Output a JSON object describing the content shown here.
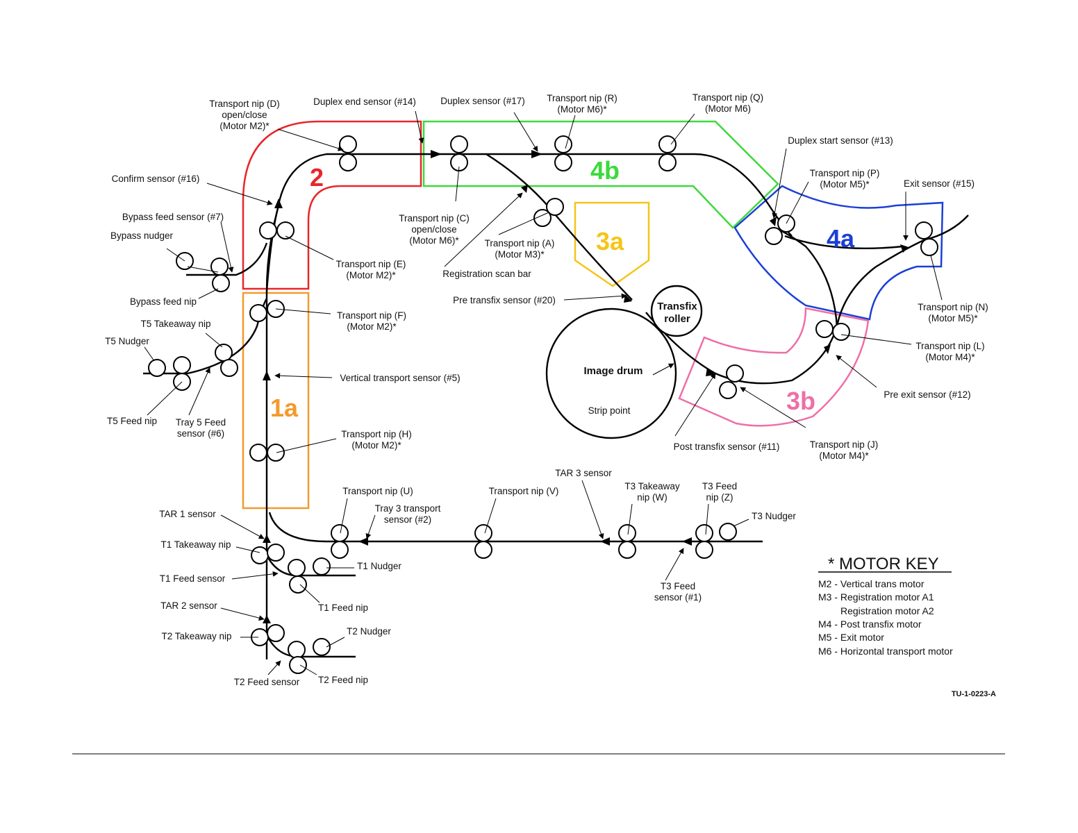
{
  "zones": [
    {
      "id": "2",
      "label": "2",
      "color": "#e8262b"
    },
    {
      "id": "1a",
      "label": "1a",
      "color": "#f39a2c"
    },
    {
      "id": "4b",
      "label": "4b",
      "color": "#3dd93d"
    },
    {
      "id": "3a",
      "label": "3a",
      "color": "#f5c518"
    },
    {
      "id": "4a",
      "label": "4a",
      "color": "#1b3fd6"
    },
    {
      "id": "3b",
      "label": "3b",
      "color": "#ee6fa8"
    }
  ],
  "labels": {
    "nip_d": [
      "Transport nip (D)",
      "open/close",
      "(Motor M2)*"
    ],
    "duplex_end": [
      "Duplex end sensor (#14)"
    ],
    "duplex_sensor": [
      "Duplex sensor (#17)"
    ],
    "nip_r": [
      "Transport nip (R)",
      "(Motor M6)*"
    ],
    "nip_q": [
      "Transport nip (Q)",
      "(Motor M6)"
    ],
    "duplex_start": [
      "Duplex start sensor (#13)"
    ],
    "confirm": [
      "Confirm sensor (#16)"
    ],
    "nip_p": [
      "Transport nip (P)",
      "(Motor M5)*"
    ],
    "exit_sensor": [
      "Exit sensor (#15)"
    ],
    "bypass_feed_sensor": [
      "Bypass feed sensor (#7)"
    ],
    "bypass_nudger": [
      "Bypass nudger"
    ],
    "nip_c": [
      "Transport nip (C)",
      "open/close",
      "(Motor M6)*"
    ],
    "nip_e": [
      "Transport nip (E)",
      "(Motor M2)*"
    ],
    "nip_a": [
      "Transport nip (A)",
      "(Motor M3)*"
    ],
    "reg_scan_bar": [
      "Registration scan bar"
    ],
    "bypass_feed_nip": [
      "Bypass feed nip"
    ],
    "pre_transfix": [
      "Pre transfix sensor (#20)"
    ],
    "nip_n": [
      "Transport nip (N)",
      "(Motor M5)*"
    ],
    "nip_f": [
      "Transport nip (F)",
      "(Motor M2)*"
    ],
    "t5_takeaway": [
      "T5 Takeaway nip"
    ],
    "t5_nudger": [
      "T5 Nudger"
    ],
    "nip_l": [
      "Transport nip (L)",
      "(Motor M4)*"
    ],
    "vertical_transport": [
      "Vertical transport sensor (#5)"
    ],
    "pre_exit": [
      "Pre exit sensor (#12)"
    ],
    "t5_feed_nip": [
      "T5 Feed nip"
    ],
    "tray5_feed": [
      "Tray 5 Feed",
      "sensor (#6)"
    ],
    "nip_h": [
      "Transport nip (H)",
      "(Motor M2)*"
    ],
    "post_transfix": [
      "Post transfix sensor (#11)"
    ],
    "nip_j": [
      "Transport nip (J)",
      "(Motor M4)*"
    ],
    "tar3": [
      "TAR 3 sensor"
    ],
    "nip_u": [
      "Transport nip (U)"
    ],
    "nip_v": [
      "Transport nip (V)"
    ],
    "t3_takeaway": [
      "T3 Takeaway",
      "nip (W)"
    ],
    "t3_feed_nip": [
      "T3 Feed",
      "nip (Z)"
    ],
    "tray3_transport": [
      "Tray 3 transport",
      "sensor (#2)"
    ],
    "tar1": [
      "TAR 1 sensor"
    ],
    "t3_nudger": [
      "T3 Nudger"
    ],
    "t1_takeaway": [
      "T1 Takeaway nip"
    ],
    "t1_nudger": [
      "T1 Nudger"
    ],
    "t1_feed_sensor": [
      "T1 Feed sensor"
    ],
    "t3_feed_sensor": [
      "T3 Feed",
      "sensor (#1)"
    ],
    "t1_feed_nip": [
      "T1 Feed nip"
    ],
    "tar2": [
      "TAR 2 sensor"
    ],
    "t2_nudger": [
      "T2 Nudger"
    ],
    "t2_takeaway": [
      "T2 Takeaway nip"
    ],
    "t2_feed_sensor": [
      "T2 Feed sensor"
    ],
    "t2_feed_nip": [
      "T2 Feed nip"
    ],
    "image_drum": "Image drum",
    "strip_point": "Strip point",
    "transfix_roller": [
      "Transfix",
      "roller"
    ]
  },
  "motor_key": {
    "title": "* MOTOR KEY",
    "items": [
      "M2 - Vertical trans motor",
      "M3 - Registration motor A1",
      "Registration motor A2",
      "M4 - Post transfix motor",
      "M5 - Exit motor",
      "M6 - Horizontal transport motor"
    ]
  },
  "figure_ref": "TU-1-0223-A"
}
